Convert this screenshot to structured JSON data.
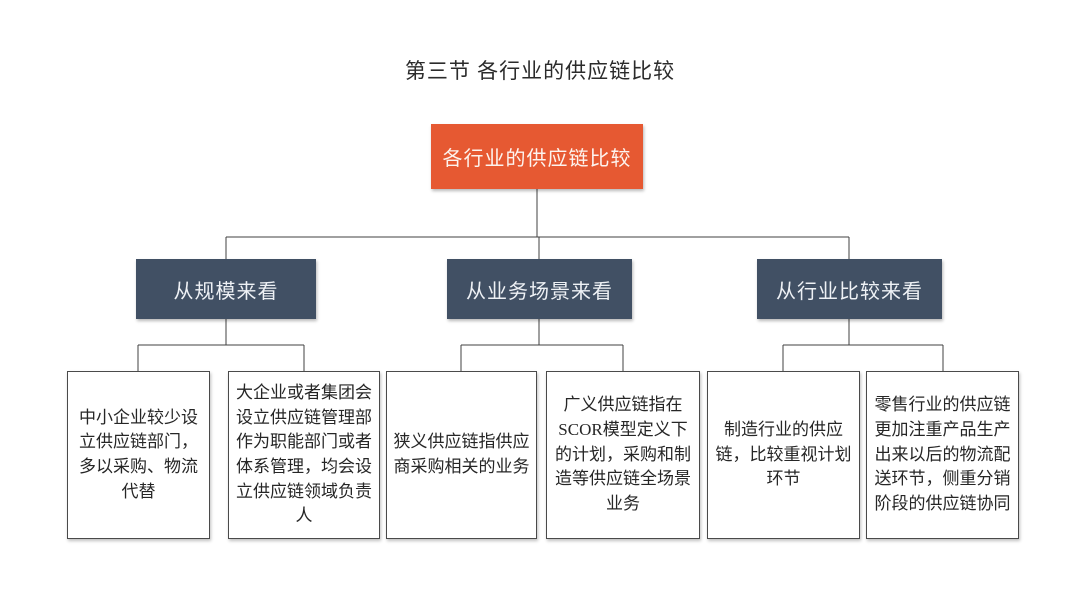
{
  "page_title": "第三节 各行业的供应链比较",
  "colors": {
    "root_bg": "#e65932",
    "branch_bg": "#415064",
    "leaf_border": "#4a4a4a",
    "connector_line": "#404040",
    "background": "#ffffff"
  },
  "tree": {
    "root": {
      "label": "各行业的供应链比较"
    },
    "branches": [
      {
        "label": "从规模来看",
        "leaves": [
          "中小企业较少设立供应链部门，多以采购、物流代替",
          "大企业或者集团会设立供应链管理部作为职能部门或者体系管理，均会设立供应链领域负责人"
        ]
      },
      {
        "label": "从业务场景来看",
        "leaves": [
          "狭义供应链指供应商采购相关的业务",
          "广义供应链指在SCOR模型定义下的计划，采购和制造等供应链全场景业务"
        ]
      },
      {
        "label": "从行业比较来看",
        "leaves": [
          "制造行业的供应链，比较重视计划环节",
          "零售行业的供应链更加注重产品生产出来以后的物流配送环节，侧重分销阶段的供应链协同"
        ]
      }
    ]
  }
}
